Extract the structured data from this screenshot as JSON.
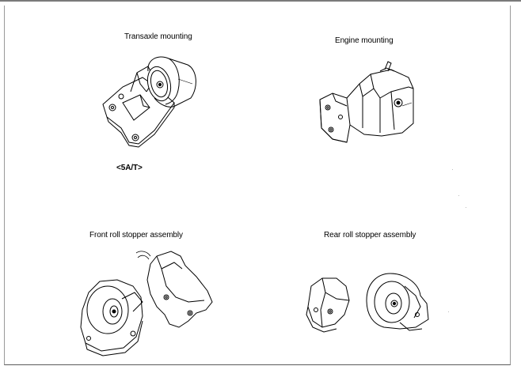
{
  "labels": {
    "transaxle_mounting": "Transaxle mounting",
    "engine_mounting": "Engine mounting",
    "variant_5at": "<5A/T>",
    "front_roll_stopper": "Front roll stopper assembly",
    "rear_roll_stopper": "Rear roll stopper assembly"
  }
}
